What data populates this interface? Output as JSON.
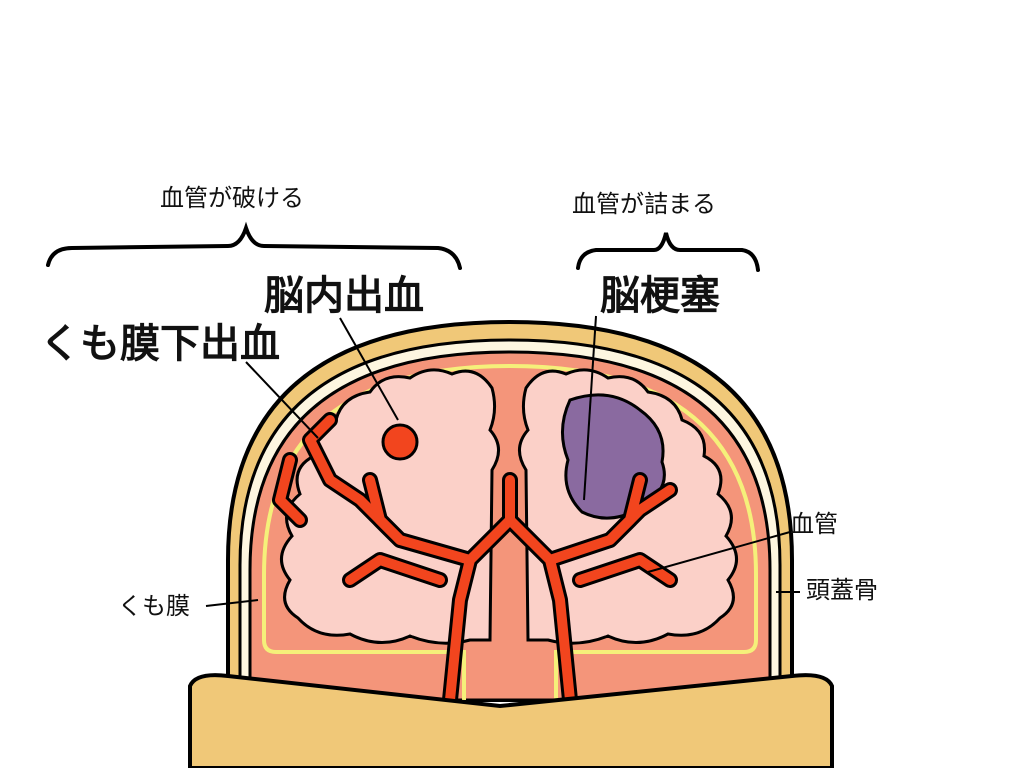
{
  "labels": {
    "rupture_group": "血管が破ける",
    "blockage_group": "血管が詰まる",
    "intracerebral_hemorrhage": "脳内出血",
    "subarachnoid_hemorrhage": "くも膜下出血",
    "cerebral_infarction": "脳梗塞",
    "blood_vessel": "血管",
    "skull": "頭蓋骨",
    "arachnoid": "くも膜"
  },
  "colors": {
    "skull": "#f0c878",
    "membrane": "#fdf6e0",
    "subarachnoid": "#f4957a",
    "arachnoid_line": "#f5f07a",
    "brain": "#fbd0c8",
    "vessel": "#f2451e",
    "infarct": "#8a6aa0",
    "outline": "#000000"
  }
}
